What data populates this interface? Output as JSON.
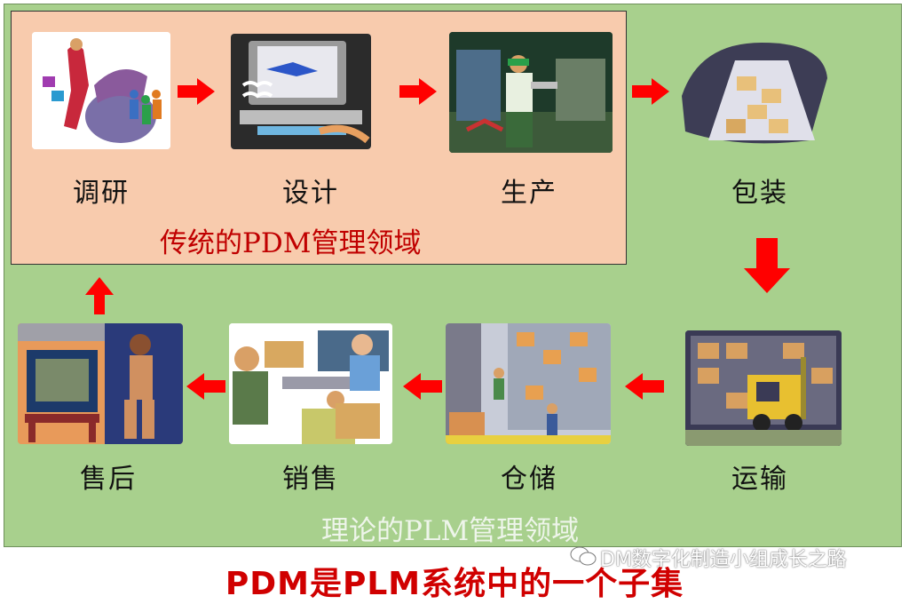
{
  "steps": {
    "research": "调研",
    "design": "设计",
    "production": "生产",
    "packaging": "包装",
    "transport": "运输",
    "warehouse": "仓储",
    "sales": "销售",
    "after_sales": "售后"
  },
  "regions": {
    "pdm": "传统的PDM管理领域",
    "plm": "理论的PLM管理领域"
  },
  "footer": "PDM是PLM系统中的一个子集",
  "watermark": "DM数字化制造小组成长之路",
  "colors": {
    "outer_green": "#a8d08d",
    "inner_peach": "#f8cbad",
    "arrow_red": "#ff0000",
    "caption_red": "#d00000"
  },
  "icons": [
    "arrow-right-icon",
    "arrow-down-icon",
    "arrow-left-icon",
    "arrow-up-icon",
    "wechat-icon"
  ]
}
